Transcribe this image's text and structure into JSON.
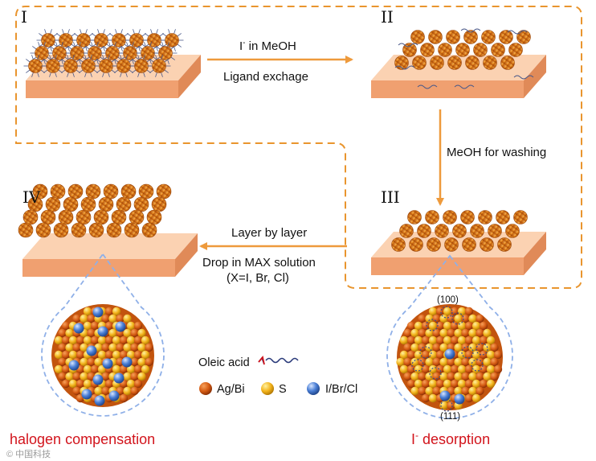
{
  "stages": {
    "s1": "I",
    "s2": "II",
    "s3": "III",
    "s4": "IV"
  },
  "steps": {
    "exchange_line1": "I",
    "exchange_sup": "-",
    "exchange_line1_rest": " in MeOH",
    "exchange_line2": "Ligand exchage",
    "washing": "MeOH for washing",
    "layer": "Layer by layer",
    "drop": "Drop in MAX solution",
    "drop_sub": "(X=I, Br, Cl)"
  },
  "legend": {
    "ligand": "Oleic acid",
    "agbi": "Ag/Bi",
    "s": "S",
    "halide": "I/Br/Cl"
  },
  "facets": {
    "top": "(100)",
    "bottom": "(111)"
  },
  "captions": {
    "left": "halogen compensation",
    "right_main": "I",
    "right_sup": "-",
    "right_rest": " desorption"
  },
  "watermark": "© 中国科技",
  "colors": {
    "substrate_top": "#fbd2b2",
    "substrate_front": "#f0a070",
    "substrate_side": "#e08a58",
    "agbi": "#d45a12",
    "sulfur": "#f2b21a",
    "halide": "#4a7fd6",
    "loop_dash": "#e9952e",
    "arrow": "#ee9a3c",
    "callout": "#8fb0e8",
    "caption": "#d2141c"
  }
}
